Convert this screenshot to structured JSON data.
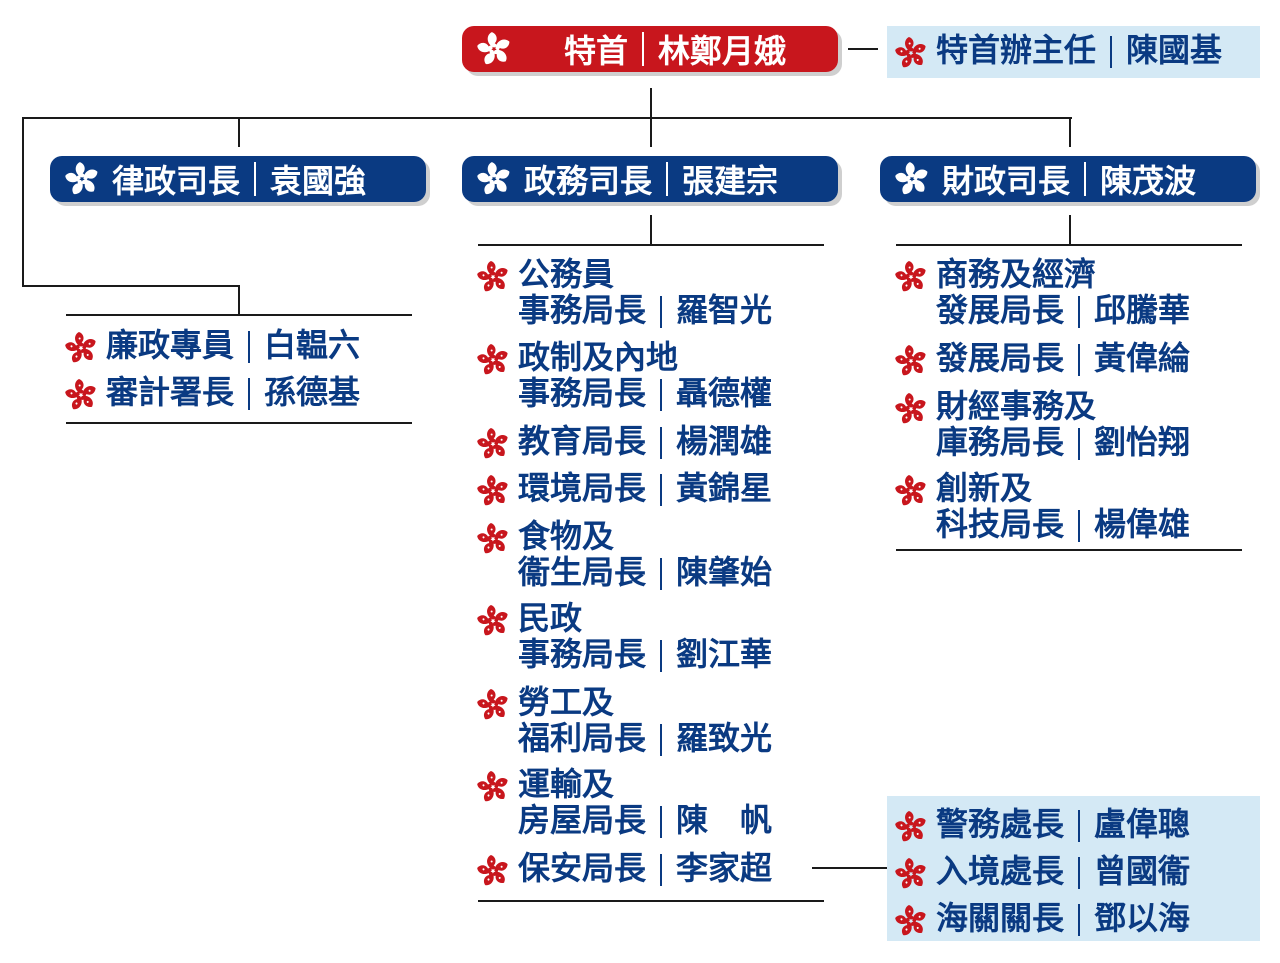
{
  "chief": {
    "post": "特首",
    "name": "林鄭月娥"
  },
  "office": {
    "post": "特首辦主任",
    "name": "陳國基"
  },
  "secretaries": [
    {
      "post": "律政司長",
      "name": "袁國強"
    },
    {
      "post": "政務司長",
      "name": "張建宗"
    },
    {
      "post": "財政司長",
      "name": "陳茂波"
    }
  ],
  "independent": [
    {
      "post": "廉政專員",
      "name": "白韞六"
    },
    {
      "post": "審計署長",
      "name": "孫德基"
    }
  ],
  "cs_bureaus": [
    {
      "post_line1": "公務員",
      "post": "事務局長",
      "name": "羅智光"
    },
    {
      "post_line1": "政制及內地",
      "post": "事務局長",
      "name": "聶德權"
    },
    {
      "post_line1": "",
      "post": "教育局長",
      "name": "楊潤雄"
    },
    {
      "post_line1": "",
      "post": "環境局長",
      "name": "黃錦星"
    },
    {
      "post_line1": "食物及",
      "post": "衞生局長",
      "name": "陳肇始"
    },
    {
      "post_line1": "民政",
      "post": "事務局長",
      "name": "劉江華"
    },
    {
      "post_line1": "勞工及",
      "post": "福利局長",
      "name": "羅致光"
    },
    {
      "post_line1": "運輸及",
      "post": "房屋局長",
      "name": "陳　帆"
    },
    {
      "post_line1": "",
      "post": "保安局長",
      "name": "李家超"
    }
  ],
  "fs_bureaus": [
    {
      "post_line1": "商務及經濟",
      "post": "發展局長",
      "name": "邱騰華"
    },
    {
      "post_line1": "",
      "post": "發展局長",
      "name": "黃偉綸"
    },
    {
      "post_line1": "財經事務及",
      "post": "庫務局長",
      "name": "劉怡翔"
    },
    {
      "post_line1": "創新及",
      "post": "科技局長",
      "name": "楊偉雄"
    }
  ],
  "disciplined": [
    {
      "post": "警務處長",
      "name": "盧偉聰"
    },
    {
      "post": "入境處長",
      "name": "曾國衞"
    },
    {
      "post": "海關關長",
      "name": "鄧以海"
    }
  ],
  "colors": {
    "red": "#c8161d",
    "blue": "#0a3a82",
    "light_blue": "#d4e9f5",
    "line": "#1a1a1a"
  },
  "icons": {
    "emblem": "bauhinia-icon"
  }
}
